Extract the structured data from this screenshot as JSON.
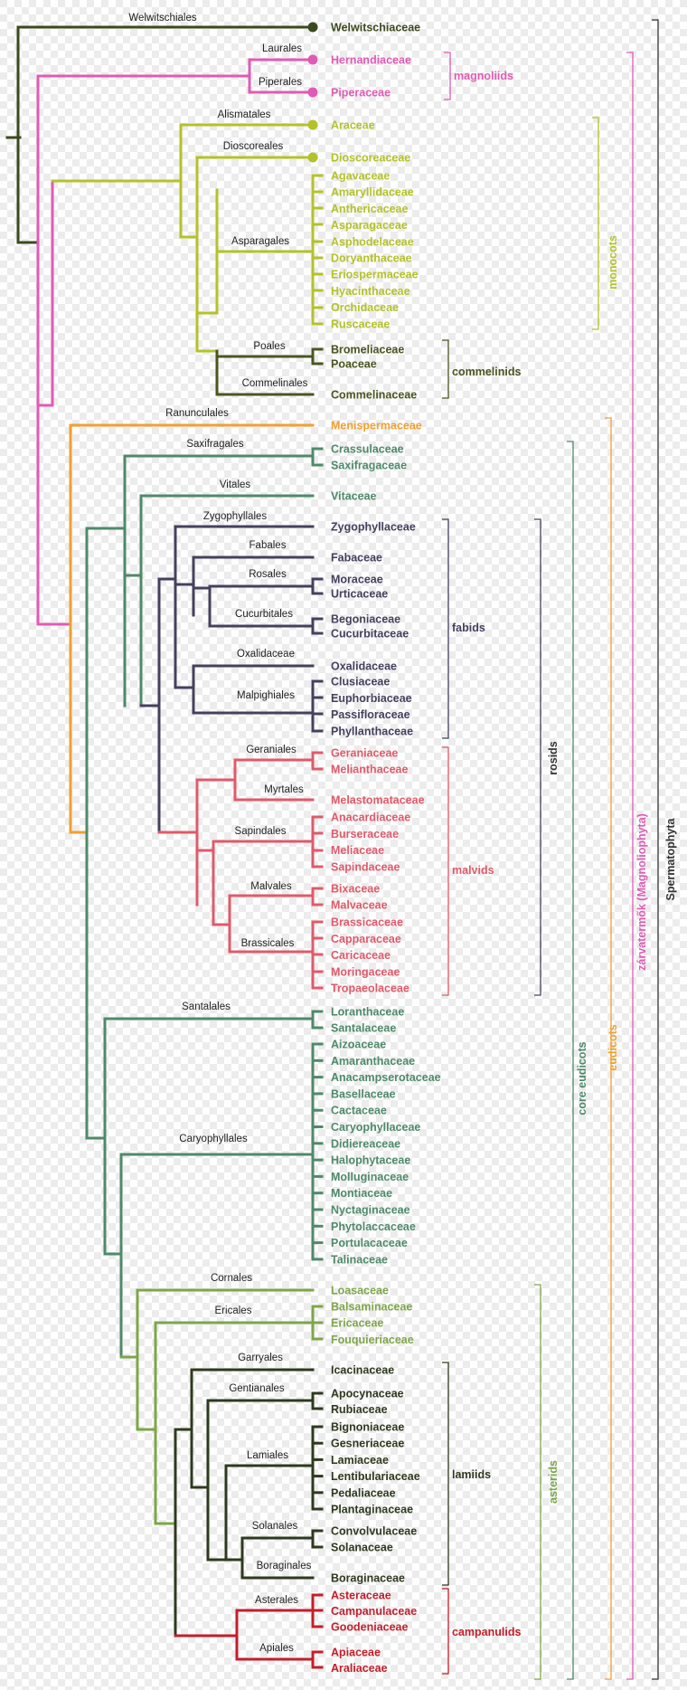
{
  "colors": {
    "root": "#3a4a1e",
    "magnoliids": "#e05bb5",
    "monocots": "#b4c22a",
    "commelinids": "#4a5620",
    "ranunculales": "#f0a030",
    "green": "#4e8a6a",
    "fabids": "#46405e",
    "malvids": "#e05a6a",
    "asterids_green": "#7da64a",
    "lamiids": "#2e3a1e",
    "campanulids": "#c41e2a",
    "spermatophyta": "#333333"
  },
  "orders": {
    "welwitschiales": "Welwitschiales",
    "laurales": "Laurales",
    "piperales": "Piperales",
    "alismatales": "Alismatales",
    "dioscoreales": "Dioscoreales",
    "asparagales": "Asparagales",
    "poales": "Poales",
    "commelinales": "Commelinales",
    "ranunculales": "Ranunculales",
    "saxifragales": "Saxifragales",
    "vitales": "Vitales",
    "zygophyllales": "Zygophyllales",
    "fabales": "Fabales",
    "rosales": "Rosales",
    "cucurbitales": "Cucurbitales",
    "oxalidaceae_order": "Oxalidaceae",
    "malpighiales": "Malpighiales",
    "geraniales": "Geraniales",
    "myrtales": "Myrtales",
    "sapindales": "Sapindales",
    "malvales": "Malvales",
    "brassicales": "Brassicales",
    "santalales": "Santalales",
    "caryophyllales": "Caryophyllales",
    "cornales": "Cornales",
    "ericales": "Ericales",
    "garryales": "Garryales",
    "gentianales": "Gentianales",
    "lamiales": "Lamiales",
    "solanales": "Solanales",
    "boraginales": "Boraginales",
    "asterales": "Asterales",
    "apiales": "Apiales"
  },
  "families": {
    "welwitschiaceae": "Welwitschiaceae",
    "hernandiaceae": "Hernandiaceae",
    "piperaceae": "Piperaceae",
    "araceae": "Araceae",
    "dioscoreaceae": "Dioscoreaceae",
    "asparagales": [
      "Agavaceae",
      "Amaryllidaceae",
      "Anthericaceae",
      "Asparagaceae",
      "Asphodelaceae",
      "Doryanthaceae",
      "Eriospermaceae",
      "Hyacinthaceae",
      "Orchidaceae",
      "Ruscaceae"
    ],
    "bromeliaceae": "Bromeliaceae",
    "poaceae": "Poaceae",
    "commelinaceae": "Commelinaceae",
    "menispermaceae": "Menispermaceae",
    "crassulaceae": "Crassulaceae",
    "saxifragaceae": "Saxifragaceae",
    "vitaceae": "Vitaceae",
    "zygophyllaceae": "Zygophyllaceae",
    "fabaceae": "Fabaceae",
    "moraceae": "Moraceae",
    "urticaceae": "Urticaceae",
    "begoniaceae": "Begoniaceae",
    "cucurbitaceae": "Cucurbitaceae",
    "oxalidaceae": "Oxalidaceae",
    "malpighiales": [
      "Clusiaceae",
      "Euphorbiaceae",
      "Passifloraceae",
      "Phyllanthaceae"
    ],
    "geraniaceae": "Geraniaceae",
    "melianthaceae": "Melianthaceae",
    "melastomataceae": "Melastomataceae",
    "sapindales": [
      "Anacardiaceae",
      "Burseraceae",
      "Meliaceae",
      "Sapindaceae"
    ],
    "malvales": [
      "Bixaceae",
      "Malvaceae"
    ],
    "brassicales": [
      "Brassicaceae",
      "Capparaceae",
      "Caricaceae",
      "Moringaceae",
      "Tropaeolaceae"
    ],
    "santalales": [
      "Loranthaceae",
      "Santalaceae"
    ],
    "caryophyllales": [
      "Aizoaceae",
      "Amaranthaceae",
      "Anacampserotaceae",
      "Basellaceae",
      "Cactaceae",
      "Caryophyllaceae",
      "Didiereaceae",
      "Halophytaceae",
      "Molluginaceae",
      "Montiaceae",
      "Nyctaginaceae",
      "Phytolaccaceae",
      "Portulacaceae",
      "Talinaceae"
    ],
    "loasaceae": "Loasaceae",
    "ericales": [
      "Balsaminaceae",
      "Ericaceae",
      "Fouquieriaceae"
    ],
    "icacinaceae": "Icacinaceae",
    "gentianales": [
      "Apocynaceae",
      "Rubiaceae"
    ],
    "lamiales": [
      "Bignoniaceae",
      "Gesneriaceae",
      "Lamiaceae",
      "Lentibulariaceae",
      "Pedaliaceae",
      "Plantaginaceae"
    ],
    "solanales": [
      "Convolvulaceae",
      "Solanaceae"
    ],
    "boraginaceae": "Boraginaceae",
    "asterales": [
      "Asteraceae",
      "Campanulaceae",
      "Goodeniaceae"
    ],
    "apiales": [
      "Apiaceae",
      "Araliaceae"
    ]
  },
  "clades": {
    "magnoliids": "magnoliids",
    "monocots": "monocots",
    "commelinids": "commelinids",
    "fabids": "fabids",
    "malvids": "malvids",
    "rosids": "rosids",
    "core_eudicots": "core eudicots",
    "eudicots": "eudicots",
    "zarvatermok": "zárvatermők (Magnoliophyta)",
    "spermatophyta": "Spermatophyta",
    "asterids": "asterids",
    "lamiids": "lamiids",
    "campanulids": "campanulids"
  }
}
